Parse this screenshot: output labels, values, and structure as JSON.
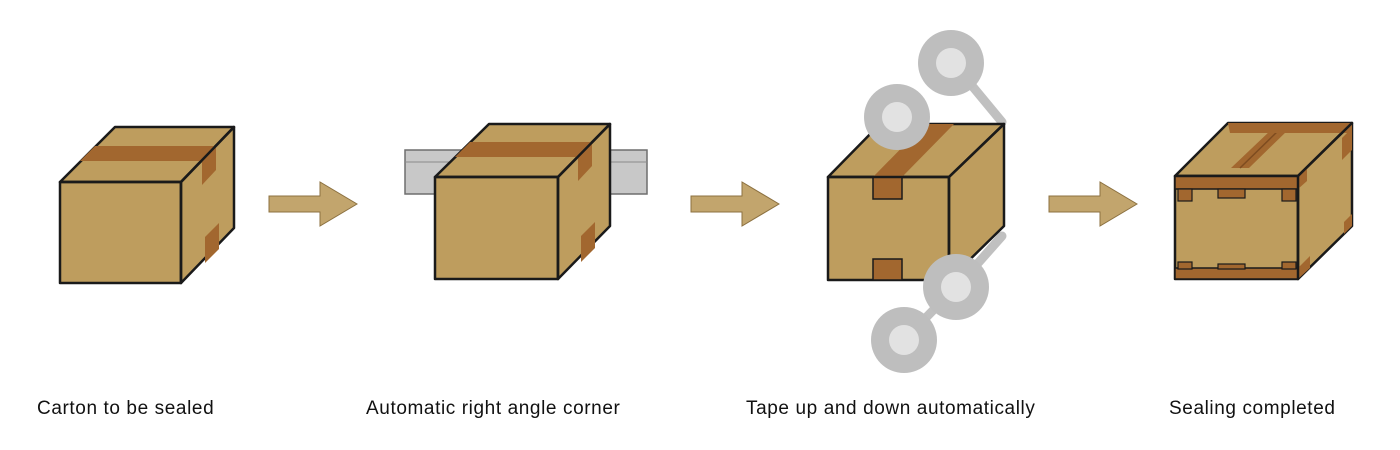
{
  "steps": [
    {
      "id": "step-1",
      "caption": "Carton to be sealed"
    },
    {
      "id": "step-2",
      "caption": "Automatic right angle corner"
    },
    {
      "id": "step-3",
      "caption": "Tape up and down automatically"
    },
    {
      "id": "step-4",
      "caption": "Sealing completed"
    }
  ],
  "colors": {
    "box_face": "#BE9D5E",
    "box_outline": "#1A1A1A",
    "tape": "#A2672F",
    "arrow": "#C2A56D",
    "guide_rail": "#C8C8C8",
    "roller_outer": "#BEBEBE",
    "roller_inner": "#E2E2E2"
  }
}
